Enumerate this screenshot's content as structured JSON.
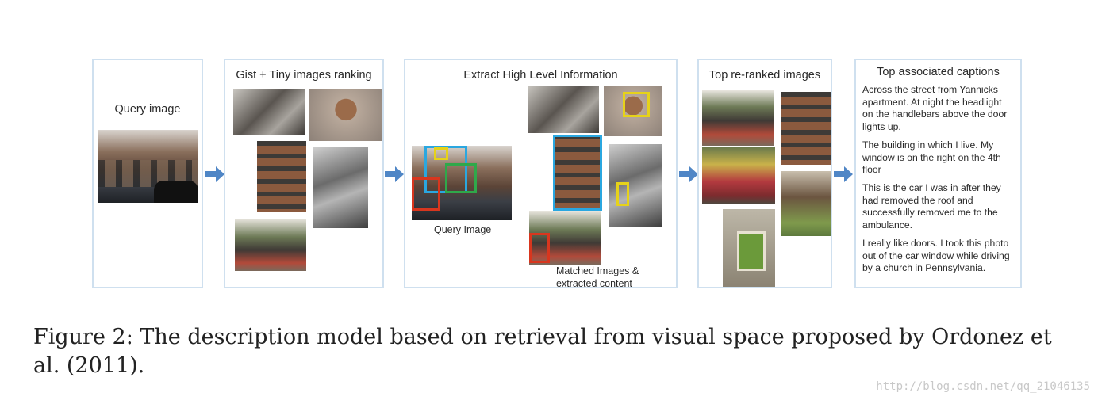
{
  "panels": {
    "query": {
      "title": "Query image"
    },
    "gist": {
      "title": "Gist + Tiny images ranking"
    },
    "extract": {
      "title": "Extract High Level Information",
      "query_label": "Query Image",
      "matched_label_1": "Matched Images &",
      "matched_label_2": "extracted content"
    },
    "rerank": {
      "title": "Top re-ranked images"
    },
    "captions": {
      "title": "Top associated captions",
      "items": [
        "Across the street from Yannicks apartment. At night the headlight on the handlebars above the door lights up.",
        "The building in which I live. My window is on the right on the 4th floor",
        "This is the car I was in after they had removed the roof and successfully removed me to the ambulance.",
        "I really like doors. I took this photo out of the car window while driving by a church in Pennsylvania."
      ]
    }
  },
  "figure_caption": "Figure 2: The description model based on retrieval from visual space proposed by Ordonez et al. (2011).",
  "watermark": "http://blog.csdn.net/qq_21046135",
  "colors": {
    "panel_border": "#cfe0ef",
    "arrow": "#4f86c6",
    "box_yellow": "#e6d21a",
    "box_blue": "#2aa7e0",
    "box_green": "#2fa84a",
    "box_red": "#d8361e"
  },
  "icons": [
    "arrow-right-icon"
  ]
}
